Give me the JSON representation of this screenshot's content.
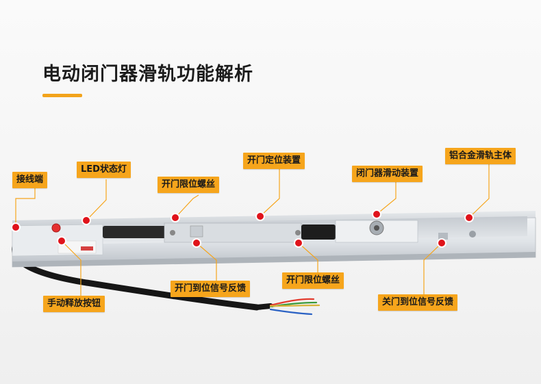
{
  "title": "电动闭门器滑轨功能解析",
  "colors": {
    "accent": "#f6a51c",
    "marker": "#e0131b",
    "title_bar": "#f2a31b"
  },
  "labels": {
    "terminal": "接线端",
    "led": "LED状态灯",
    "open_limit_screw_top": "开门限位螺丝",
    "open_position_device": "开门定位装置",
    "closer_slide_device": "闭门器滑动装置",
    "aluminum_body": "铝合金滑轨主体",
    "manual_release": "手动释放按钮",
    "open_feedback": "开门到位信号反馈",
    "open_limit_screw_bottom": "开门限位螺丝",
    "close_feedback": "关门到位信号反馈"
  }
}
